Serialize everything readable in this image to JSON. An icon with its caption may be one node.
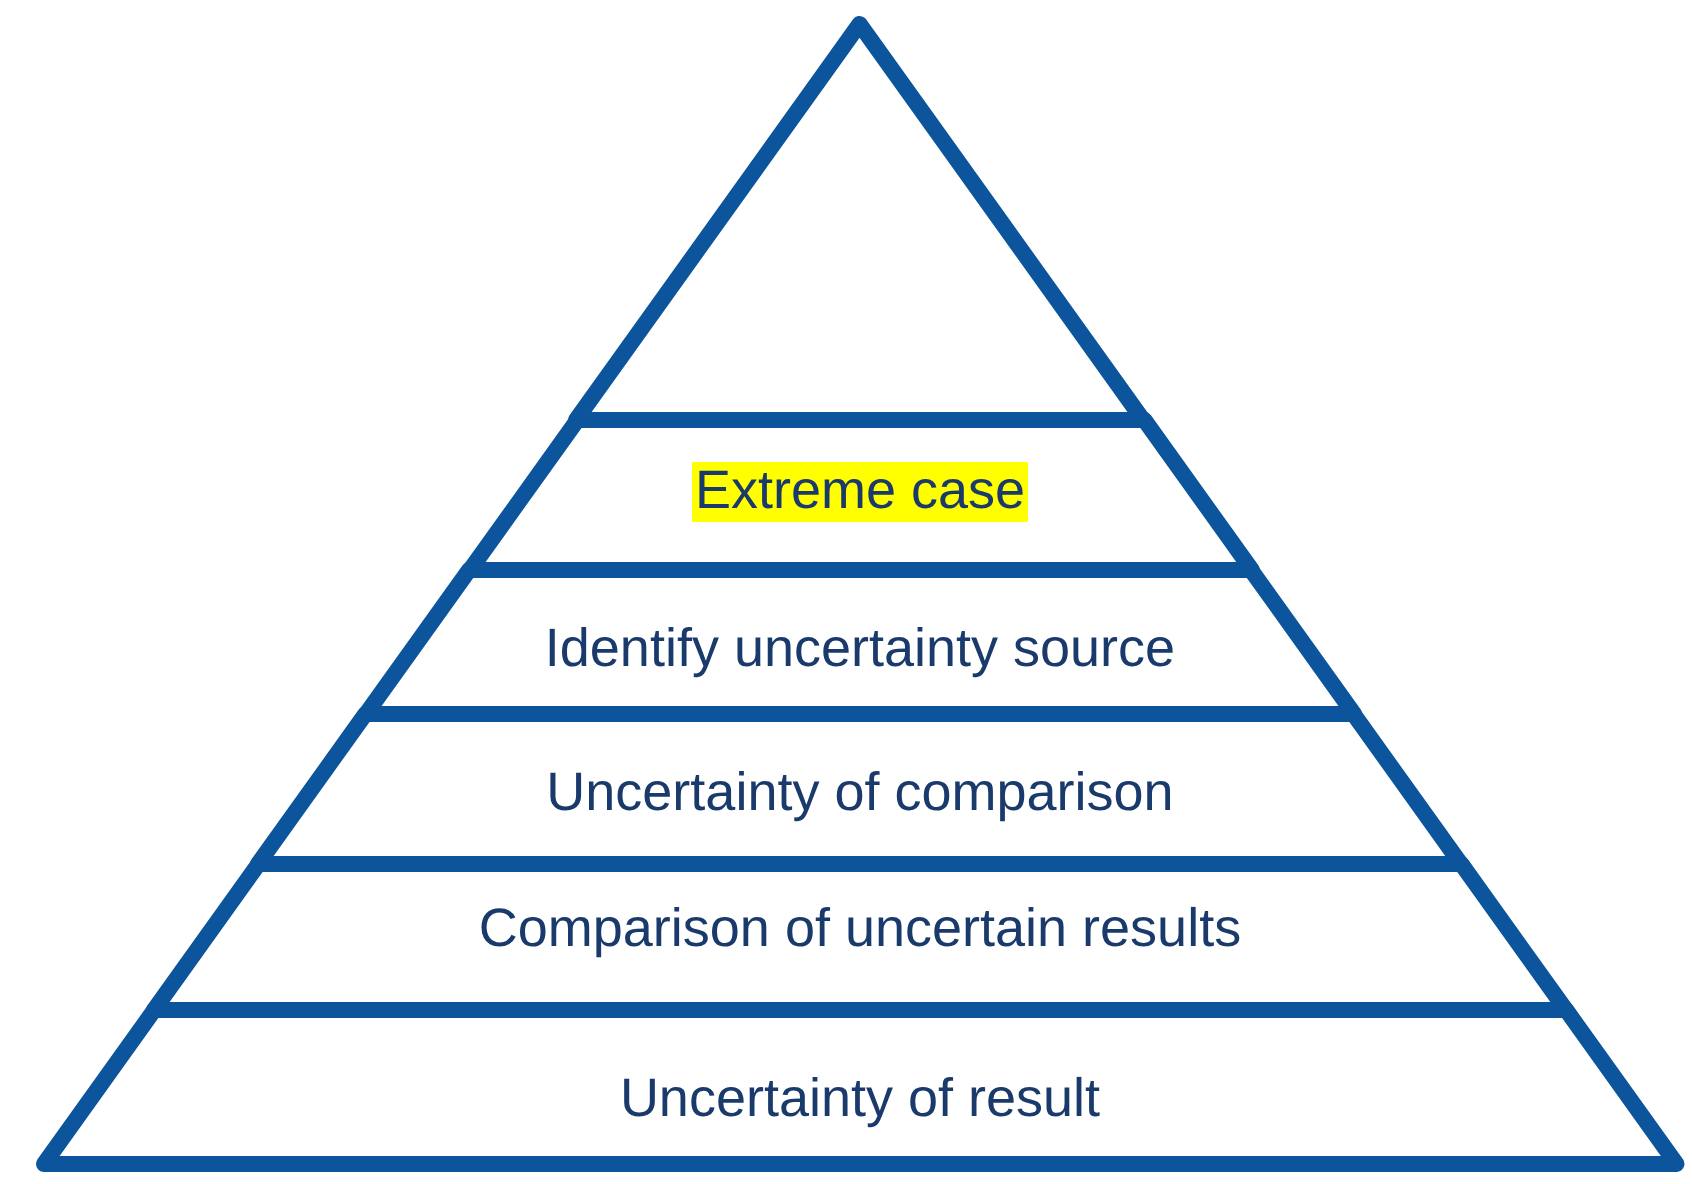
{
  "diagram": {
    "nodes": [
      {
        "text": [],
        "shape": "triangle"
      },
      {
        "text": [
          "Extreme case"
        ]
      },
      {
        "text": [
          "Identify uncertainty source"
        ]
      },
      {
        "text": [
          "Uncertainty of comparison"
        ]
      },
      {
        "text": [
          "Comparison of uncertain results"
        ]
      },
      {
        "text": [
          "Uncertainty of result"
        ]
      }
    ]
  }
}
